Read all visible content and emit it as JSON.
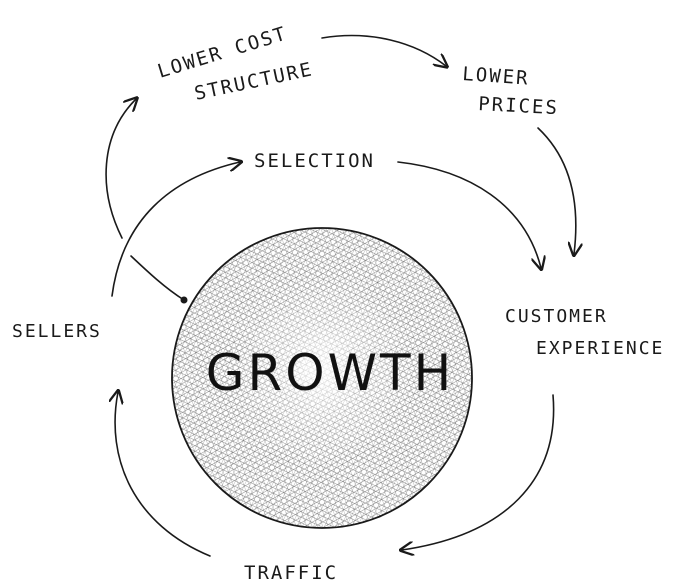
{
  "diagram": {
    "center": "GROWTH",
    "nodes": {
      "lower_cost_line1": "LOWER COST",
      "lower_cost_line2": "STRUCTURE",
      "lower_prices_line1": "LOWER",
      "lower_prices_line2": "PRICES",
      "selection": "SELECTION",
      "customer_experience_line1": "CUSTOMER",
      "customer_experience_line2": "EXPERIENCE",
      "traffic": "TRAFFIC",
      "sellers": "SELLERS"
    },
    "colors": {
      "ink": "#1a1a1a",
      "background": "#ffffff",
      "hatch": "#555555"
    }
  }
}
